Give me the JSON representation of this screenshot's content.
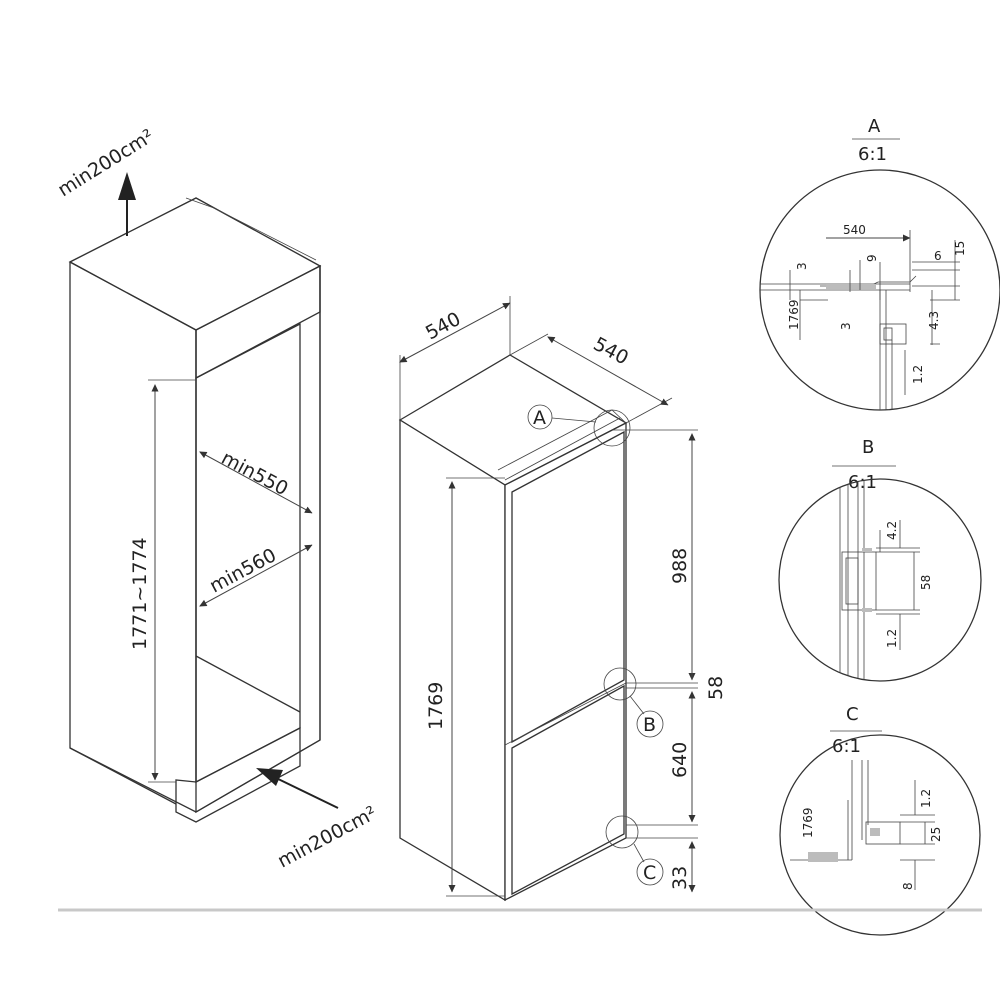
{
  "niche": {
    "airflow_top": "min200cm²",
    "airflow_bottom": "min200cm²",
    "depth": "min550",
    "width": "min560",
    "height": "1771~1774"
  },
  "appliance": {
    "width": "540",
    "depth": "540",
    "height": "1769",
    "upper_section": "988",
    "gap": "58",
    "lower_section": "640",
    "base": "33",
    "callout_a": "A",
    "callout_b": "B",
    "callout_c": "C"
  },
  "detail_a": {
    "title": "A",
    "scale": "6:1",
    "dims": [
      "540",
      "3",
      "9",
      "6",
      "15",
      "1769",
      "3",
      "4.3",
      "1.2"
    ]
  },
  "detail_b": {
    "title": "B",
    "scale": "6:1",
    "dims": [
      "4.2",
      "58",
      "1.2"
    ]
  },
  "detail_c": {
    "title": "C",
    "scale": "6:1",
    "dims": [
      "1.2",
      "1769",
      "25",
      "8"
    ]
  }
}
